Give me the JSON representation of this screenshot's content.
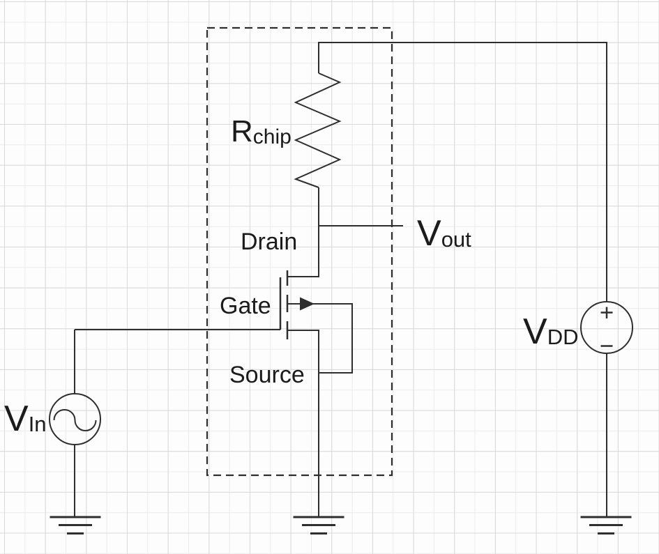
{
  "schematic": {
    "labels": {
      "rchip": {
        "base": "R",
        "sub": "chip"
      },
      "vout": {
        "base": "V",
        "sub": "out"
      },
      "vdd": {
        "base": "V",
        "sub": "DD"
      },
      "vin": {
        "base": "V",
        "sub": "In"
      },
      "drain": "Drain",
      "gate": "Gate",
      "source": "Source",
      "plus_sign": "+",
      "minus_sign": "−"
    },
    "colors": {
      "wire": "#2e2e2e",
      "text": "#1b1b1b",
      "grid_minor": "#ebebeb",
      "grid_major": "#d9d9d9",
      "background": "#fdfdfd"
    }
  }
}
